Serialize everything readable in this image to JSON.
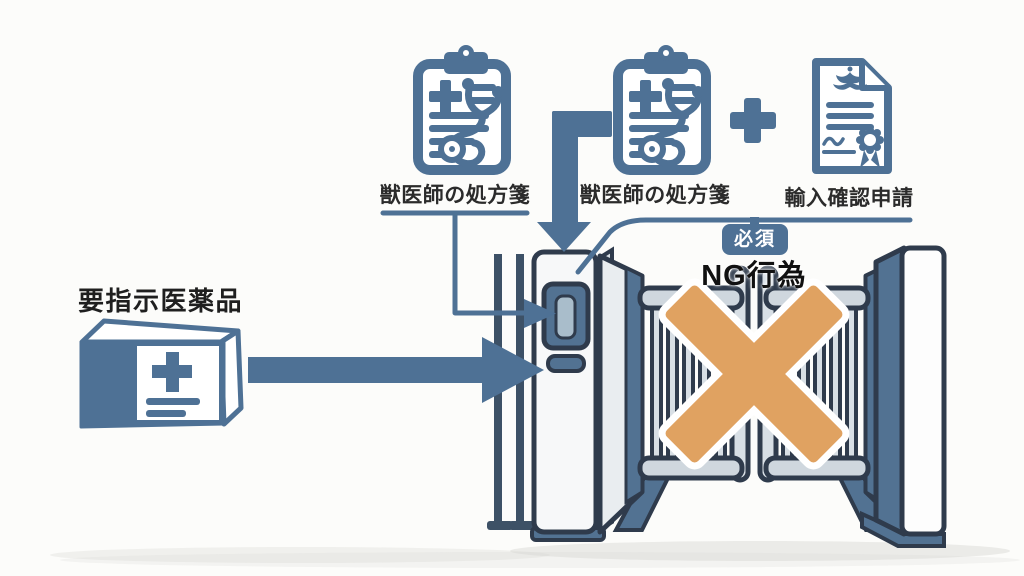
{
  "diagram": {
    "requirements_row": {
      "standalone_prescription": {
        "icon": "prescription-clipboard-icon",
        "label": "獣医師の処方箋"
      },
      "combined_prescription": {
        "icon": "prescription-clipboard-icon",
        "label": "獣医師の処方箋"
      },
      "plus_icon": "plus-icon",
      "import_permit": {
        "icon": "import-permit-document-icon",
        "label": "輸入確認申請"
      },
      "required_badge": "必須"
    },
    "gate_scene": {
      "ng_label": "NG行為",
      "blocked_mark_icon": "orange-x-mark-icon",
      "gate_icon": "closed-gate-icon",
      "reader_icon": "card-reader-post-icon"
    },
    "shipment": {
      "label": "要指示医薬品",
      "icon": "medicine-box-icon",
      "arrow_icon": "right-arrow-icon"
    },
    "connectors": {
      "prescription_to_reader": "elbow-arrow-to-card-reader",
      "clipboard_to_gate": "thick-down-arrow",
      "combined_set_to_gate": "bracket-line"
    },
    "colors": {
      "steel_blue": "#4e7195",
      "outline_navy": "#2f3b4c",
      "light_gray_blue": "#dde3e9",
      "mid_blue": "#527292",
      "orange_x": "#e0a261",
      "badge_blue": "#4e7195",
      "text_dark": "#1a1a1a",
      "background": "#fcfcfa"
    }
  }
}
